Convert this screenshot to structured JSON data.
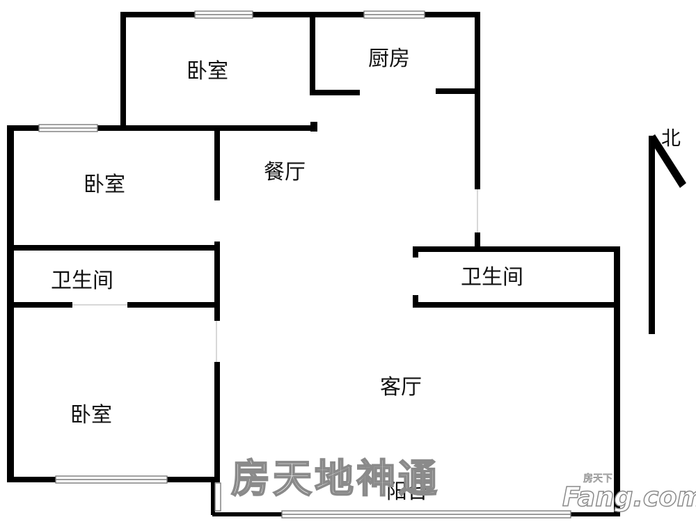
{
  "rooms": {
    "bedroom_top": "卧室",
    "kitchen": "厨房",
    "bedroom_left": "卧室",
    "dining": "餐厅",
    "bathroom_left": "卫生间",
    "bathroom_right": "卫生间",
    "living": "客厅",
    "bedroom_bottom": "卧室",
    "balcony": "阳台"
  },
  "compass": {
    "label": "北",
    "icon": "north-arrow-icon"
  },
  "watermark": {
    "brand_cn": "房天地神通",
    "logo": "Fang.com",
    "logo_small": "房天下"
  },
  "colors": {
    "wall": "#000000",
    "window": "#7a7a7a",
    "text": "#111111"
  }
}
